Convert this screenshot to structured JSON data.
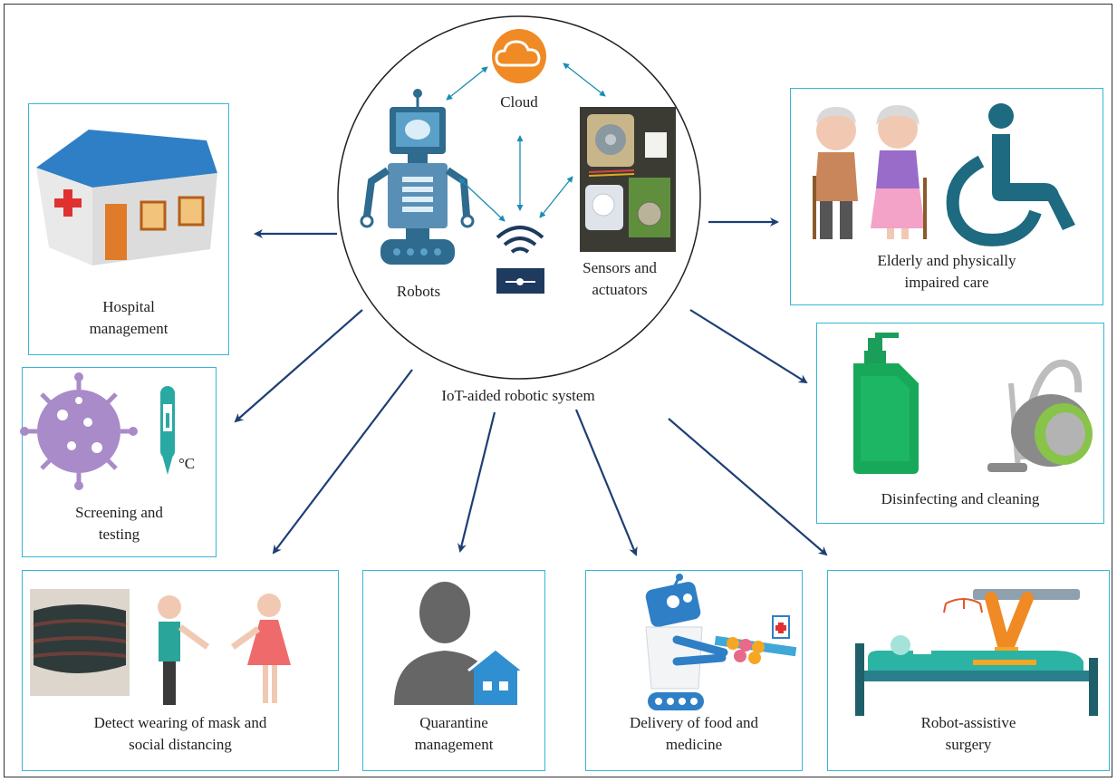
{
  "hub": {
    "title": "IoT-aided robotic system",
    "cloud_label": "Cloud",
    "robots_label": "Robots",
    "sensors_label": "Sensors and\nactuators"
  },
  "applications": {
    "hospital": "Hospital\nmanagement",
    "screening": "Screening and\ntesting",
    "temperature_unit": "°C",
    "mask": "Detect wearing of mask and\nsocial distancing",
    "quarantine": "Quarantine\nmanagement",
    "delivery": "Delivery of food and\nmedicine",
    "surgery": "Robot-assistive\nsurgery",
    "elderly": "Elderly and physically\nimpaired care",
    "disinfecting": "Disinfecting and cleaning"
  },
  "colors": {
    "box_border": "#35b7d6",
    "arrow": "#1d3f73",
    "hub_arrow": "#1b8db3"
  }
}
